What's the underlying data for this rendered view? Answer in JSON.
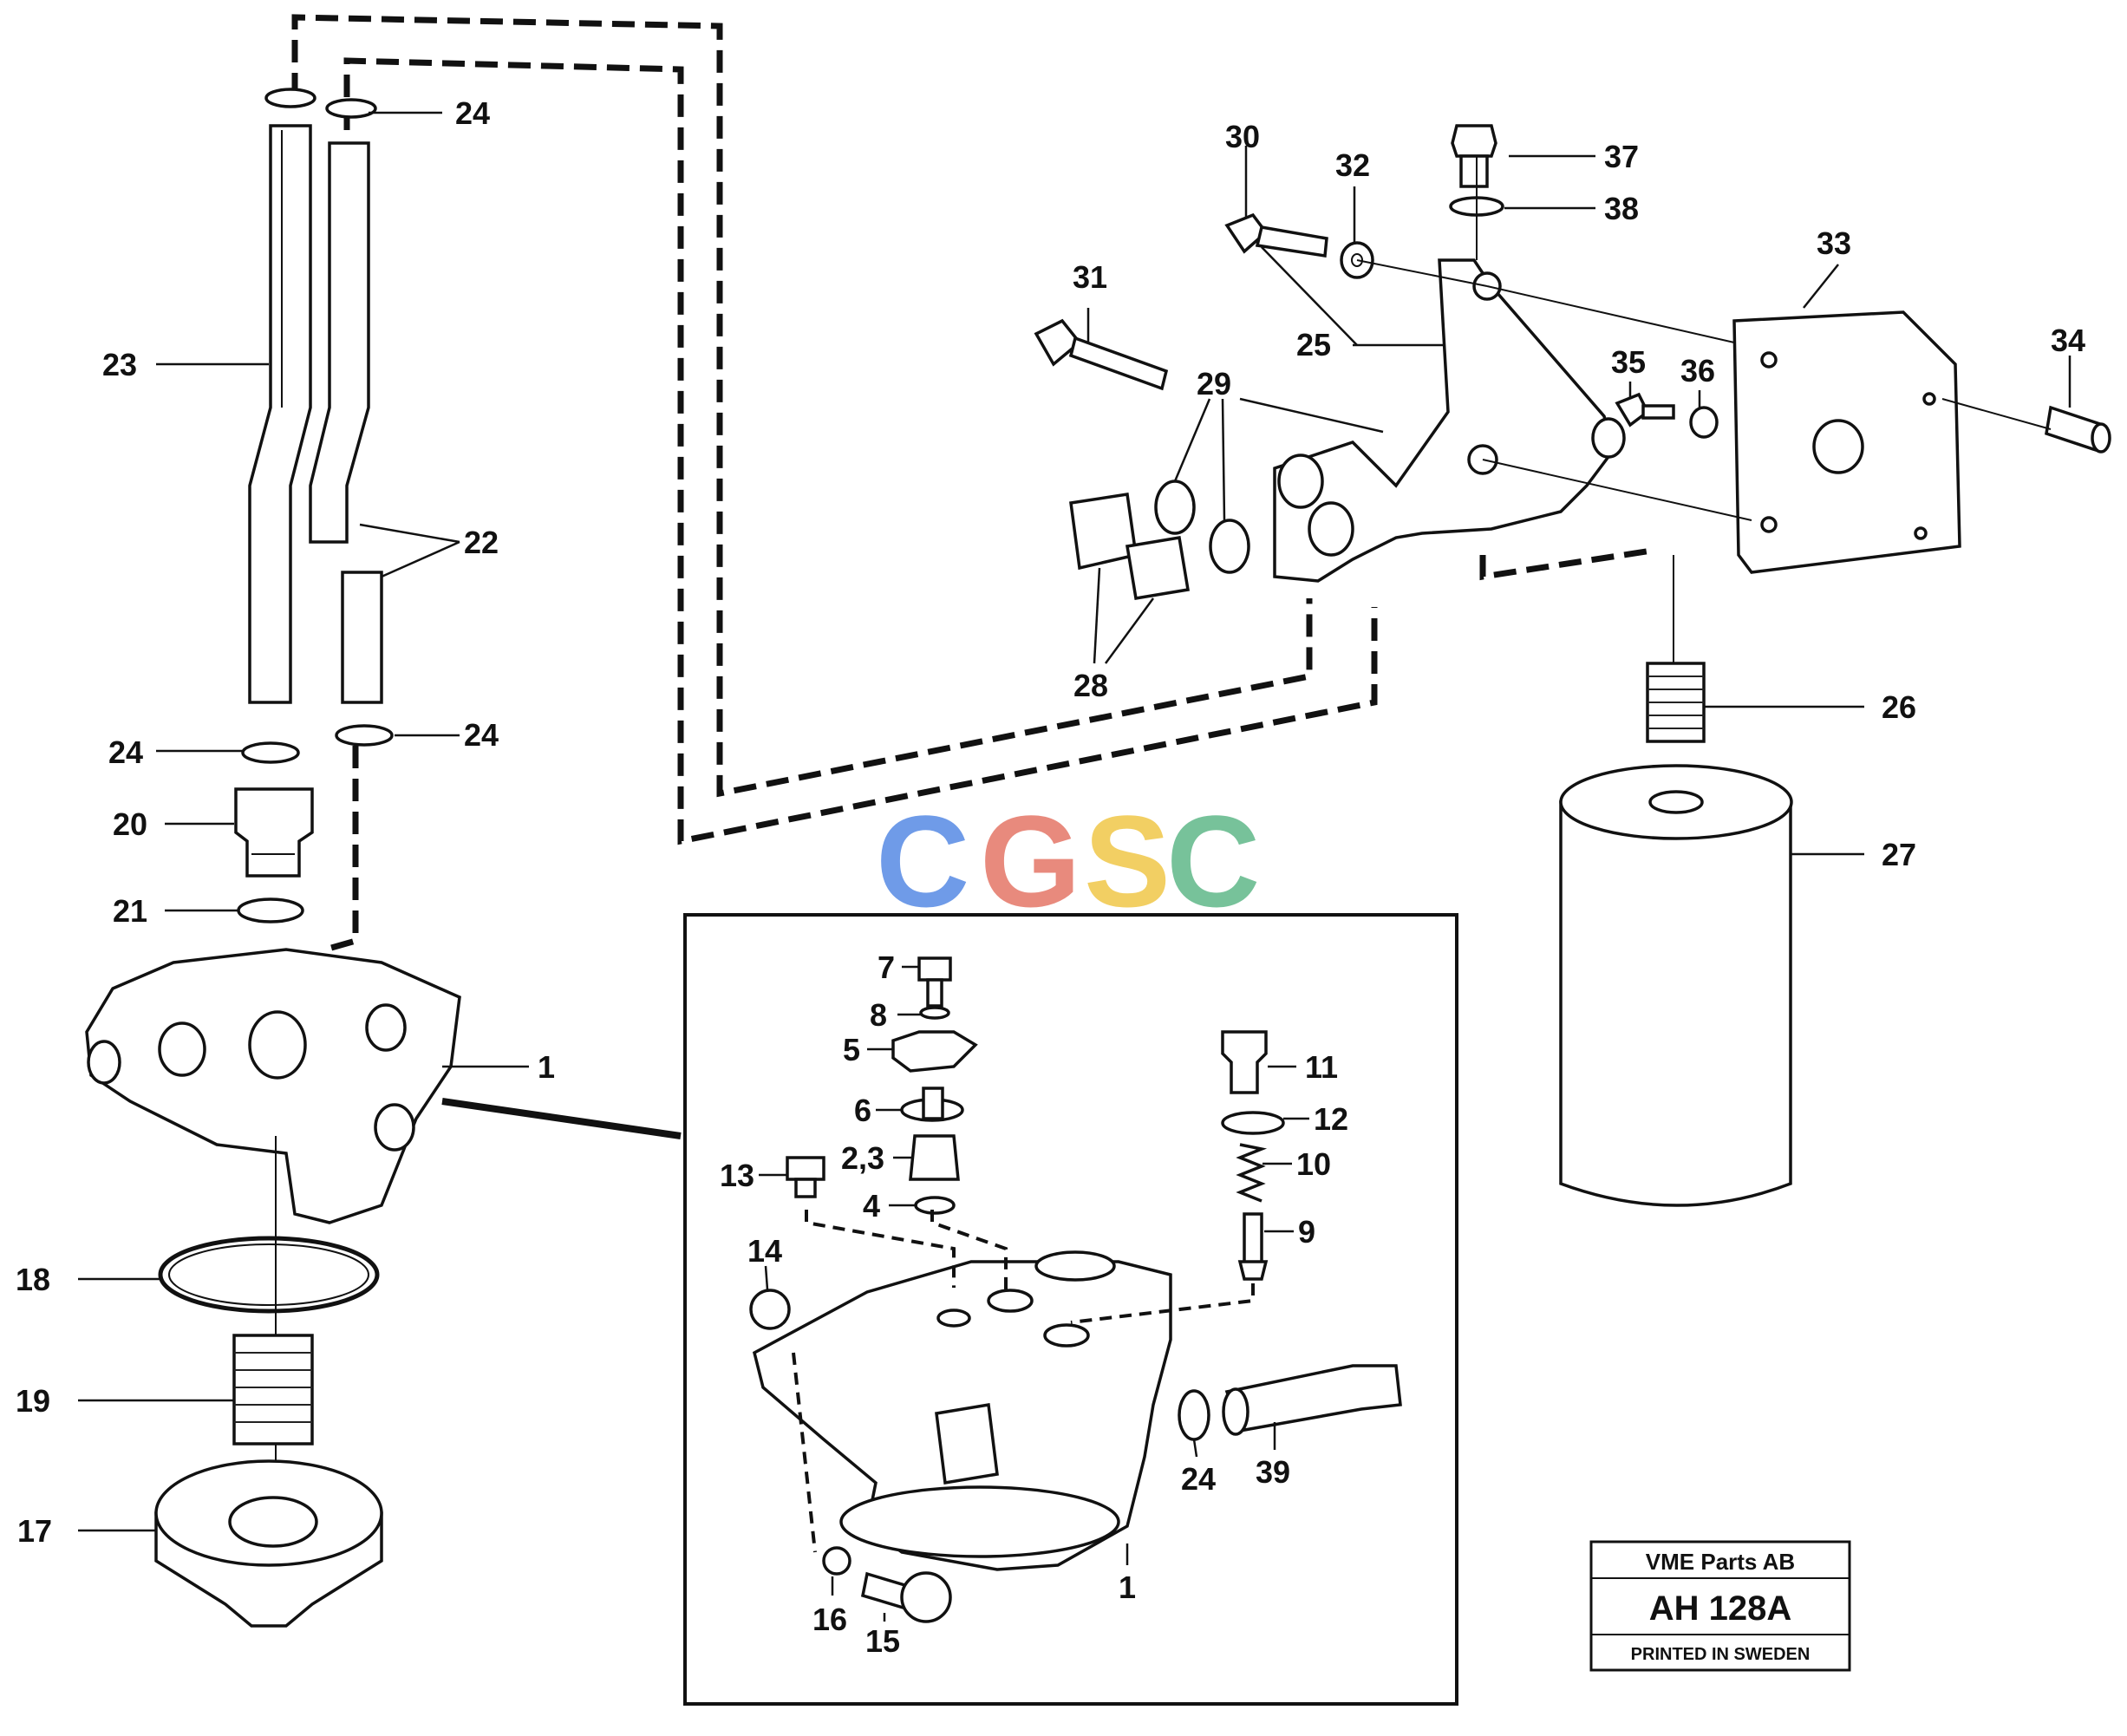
{
  "watermark": {
    "letters": [
      "C",
      "G",
      "S",
      "C"
    ],
    "colors": [
      "#6f9be8",
      "#e88a7d",
      "#f2cf63",
      "#77c29a"
    ]
  },
  "callouts": {
    "c1": "1",
    "c17": "17",
    "c18": "18",
    "c19": "19",
    "c20": "20",
    "c21": "21",
    "c22": "22",
    "c23": "23",
    "c24a": "24",
    "c24b": "24",
    "c24c": "24",
    "c25": "25",
    "c26": "26",
    "c27": "27",
    "c28": "28",
    "c29": "29",
    "c30": "30",
    "c31": "31",
    "c32": "32",
    "c33": "33",
    "c34": "34",
    "c35": "35",
    "c36": "36",
    "c37": "37",
    "c38": "38"
  },
  "inset_callouts": {
    "c1": "1",
    "c2_3": "2,3",
    "c4": "4",
    "c5": "5",
    "c6": "6",
    "c7": "7",
    "c8": "8",
    "c9": "9",
    "c10": "10",
    "c11": "11",
    "c12": "12",
    "c13": "13",
    "c14": "14",
    "c15": "15",
    "c16": "16",
    "c24": "24",
    "c39": "39"
  },
  "stamp": {
    "company": "VME Parts AB",
    "drawing_no": "AH 128A",
    "note": "PRINTED IN SWEDEN"
  }
}
